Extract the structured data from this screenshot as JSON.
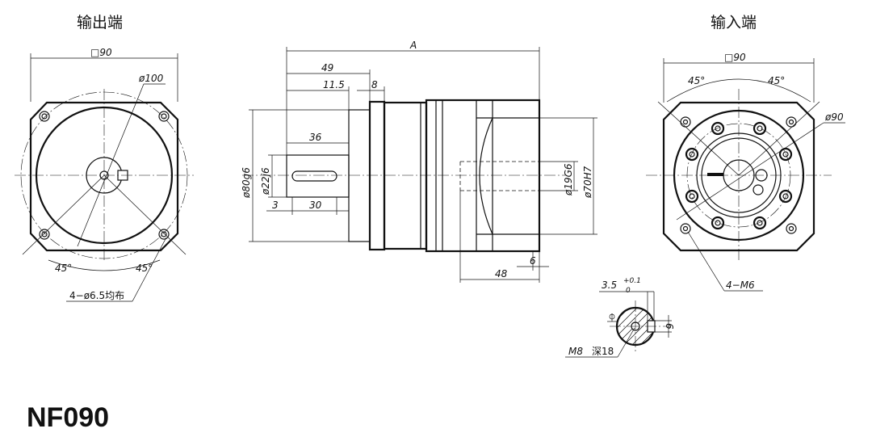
{
  "views": {
    "output": {
      "title": "输出端"
    },
    "input": {
      "title": "输入端"
    }
  },
  "model": "NF090",
  "output_view": {
    "square": "□90",
    "diameter": "ø100",
    "angle_left": "45°",
    "angle_right": "45°",
    "holes": "4−ø6.5均布"
  },
  "side_view": {
    "length_total": "A",
    "dim_49": "49",
    "dim_11_5": "11.5",
    "dim_8": "8",
    "dim_36": "36",
    "dim_3": "3",
    "dim_30": "30",
    "dia_80": "ø80g6",
    "dia_22": "ø22j6",
    "dia_19": "ø19G6",
    "dia_70": "ø70H7",
    "dim_6": "6",
    "dim_48": "48"
  },
  "input_view": {
    "square": "□90",
    "angle_left": "45°",
    "angle_right": "45°",
    "diameter": "ø90",
    "holes": "4−M6"
  },
  "shaft_section": {
    "tolerance_base": "3.5",
    "tolerance_upper": "+0.1",
    "tolerance_lower": "0",
    "keyway": "6",
    "thread": "M8",
    "depth": "深18"
  }
}
